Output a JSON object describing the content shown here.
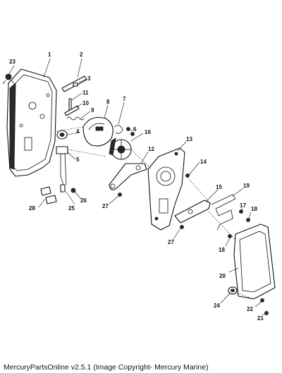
{
  "caption": "MercuryPartsOnline v2.5.1 (Image Copyright- Mercury Marine)",
  "callouts": {
    "c1": "1",
    "c2": "2",
    "c3": "3",
    "c4": "4",
    "c5": "5",
    "c6": "6",
    "c7": "7",
    "c8": "8",
    "c9": "9",
    "c10": "10",
    "c11": "11",
    "c12": "12",
    "c13": "13",
    "c14": "14",
    "c15": "15",
    "c16": "16",
    "c17": "17",
    "c18a": "18",
    "c18b": "18",
    "c19": "19",
    "c20": "20",
    "c21": "21",
    "c22": "22",
    "c23": "23",
    "c24": "24",
    "c25": "25",
    "c26": "26",
    "c27a": "27",
    "c27b": "27",
    "c28": "28"
  }
}
